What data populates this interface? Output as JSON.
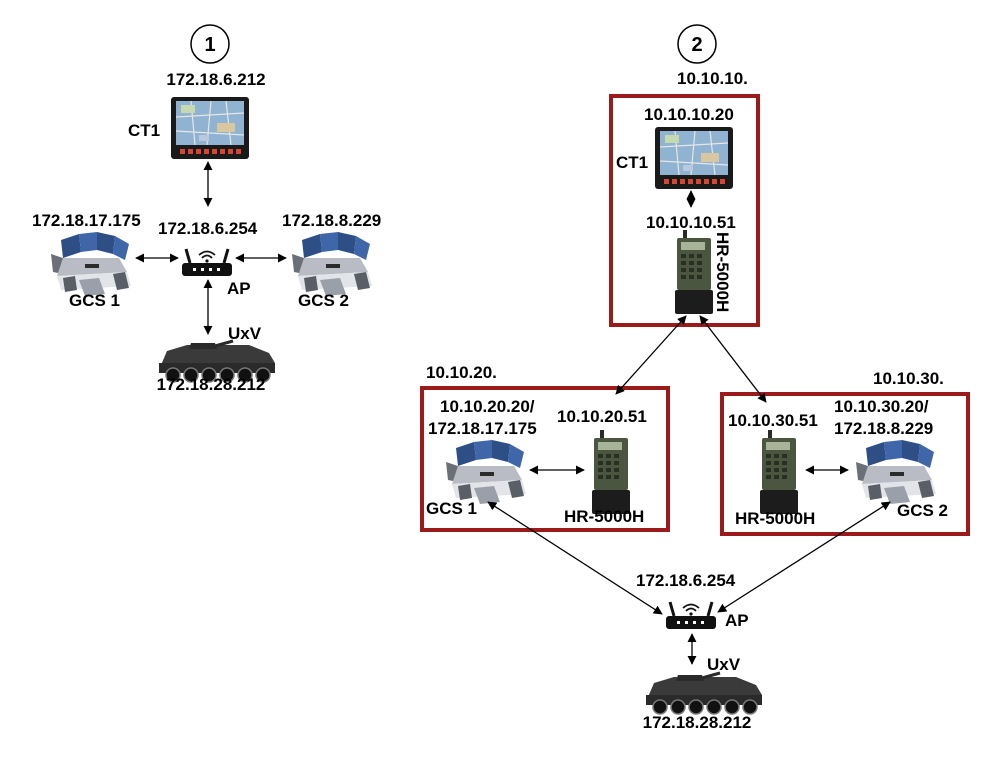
{
  "colors": {
    "subnet_box": "#9b1b1b",
    "line": "#000000",
    "radio_body": "#4a5640",
    "radio_dark": "#1c1c1c",
    "screen_map": "#7fa8c9",
    "vehicle": "#2a2a2a",
    "router": "#111111"
  },
  "scenario1": {
    "number": "1",
    "ct1_ip": "172.18.6.212",
    "ct1_name": "CT1",
    "ap_ip": "172.18.6.254",
    "ap_name": "AP",
    "gcs1_ip": "172.18.17.175",
    "gcs1_name": "GCS 1",
    "gcs2_ip": "172.18.8.229",
    "gcs2_name": "GCS 2",
    "uxv_name": "UxV",
    "uxv_ip": "172.18.28.212"
  },
  "scenario2": {
    "number": "2",
    "top_subnet": "10.10.10.",
    "ct1_ip": "10.10.10.20",
    "ct1_name": "CT1",
    "radio_top_ip": "10.10.10.51",
    "radio_top_name": "HR-5000H",
    "left_subnet": "10.10.20.",
    "gcs1_ip_line1": "10.10.20.20/",
    "gcs1_ip_line2": "172.18.17.175",
    "radio_left_ip": "10.10.20.51",
    "gcs1_name": "GCS 1",
    "radio_left_name": "HR-5000H",
    "right_subnet": "10.10.30.",
    "radio_right_ip": "10.10.30.51",
    "gcs2_ip_line1": "10.10.30.20/",
    "gcs2_ip_line2": "172.18.8.229",
    "radio_right_name": "HR-5000H",
    "gcs2_name": "GCS 2",
    "ap_ip": "172.18.6.254",
    "ap_name": "AP",
    "uxv_name": "UxV",
    "uxv_ip": "172.18.28.212"
  }
}
